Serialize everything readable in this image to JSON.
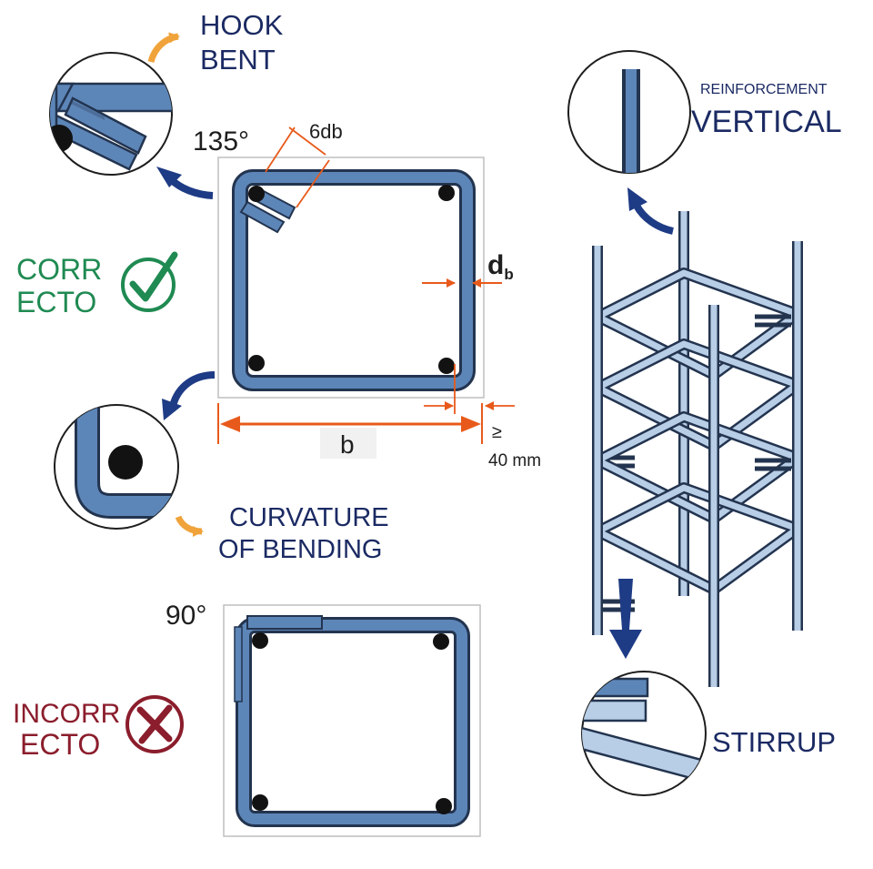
{
  "labels": {
    "hook_line1": "HOOK",
    "hook_line2": "BENT",
    "angle_135": "135°",
    "six_db": "6db",
    "db_main": "d",
    "db_sub": "b",
    "b_dim": "b",
    "geq": "≥",
    "cover": "40 mm",
    "correct_line1": "CORR",
    "correct_line2": "ECTO",
    "curvature_line1": "CURVATURE",
    "curvature_line2": "OF BENDING",
    "angle_90": "90°",
    "incorrect_line1": "INCORR",
    "incorrect_line2": "ECTO",
    "reinforcement_small": "REINFORCEMENT",
    "vertical_large": "VERTICAL",
    "stirrup": "STIRRUP"
  },
  "colors": {
    "bar_fill": "#5d86b8",
    "bar_outline": "#23344f",
    "cage_bar": "#b8cde6",
    "navy_text": "#1b2a63",
    "arrow_navy": "#1e3b85",
    "dimension_orange": "#e85a1b",
    "hook_arrow": "#f0a33a",
    "correct_green": "#1f8a52",
    "incorrect_red": "#8b1d2c"
  },
  "icons": {
    "correct": "checkmark-icon",
    "incorrect": "cross-icon"
  }
}
